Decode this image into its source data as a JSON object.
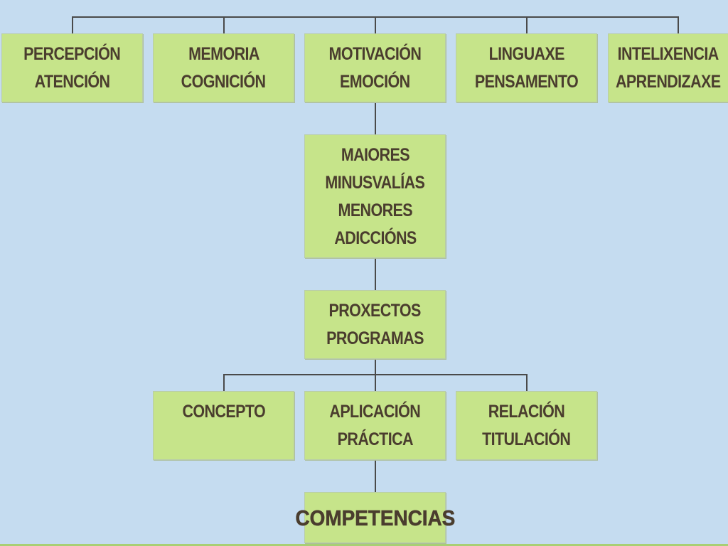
{
  "top_row": [
    {
      "lines": [
        "PERCEPCIÓN",
        "ATENCIÓN"
      ]
    },
    {
      "lines": [
        "MEMORIA",
        "COGNICIÓN"
      ]
    },
    {
      "lines": [
        "MOTIVACIÓN",
        "EMOCIÓN"
      ]
    },
    {
      "lines": [
        "LINGUAXE",
        "PENSAMENTO"
      ]
    },
    {
      "lines": [
        "INTELIXENCIA",
        "APRENDIZAXE"
      ]
    }
  ],
  "middle_box": {
    "lines": [
      "MAIORES",
      "MINUSVALÍAS",
      "MENORES",
      "ADICCIÓNS"
    ]
  },
  "projects_box": {
    "lines": [
      "PROXECTOS",
      "PROGRAMAS"
    ]
  },
  "bottom_row": [
    {
      "lines": [
        "CONCEPTO"
      ]
    },
    {
      "lines": [
        "APLICACIÓN",
        "PRÁCTICA"
      ]
    },
    {
      "lines": [
        "RELACIÓN",
        "TITULACIÓN"
      ]
    }
  ],
  "final_box": {
    "lines": [
      "COMPETENCIAS"
    ]
  },
  "colors": {
    "background": "#c5dcf0",
    "box_fill": "#c6e48a",
    "connector": "#4a4a4a",
    "text": "#4a3d2e"
  }
}
